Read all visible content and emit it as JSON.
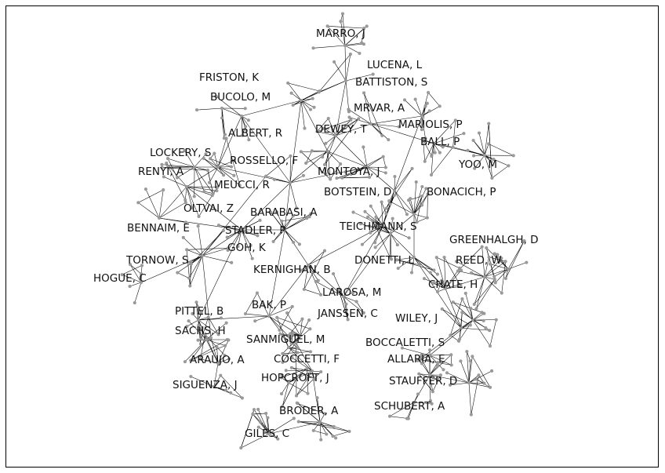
{
  "colors": {
    "edge": "#000000",
    "node": "#9a9a9a",
    "label": "#111111",
    "frame": "#000000"
  },
  "labels": [
    "MARRO, J",
    "LUCENA, L",
    "BATTISTON, S",
    "FRISTON, K",
    "BUCOLO, M",
    "MRVAR, A",
    "MARIOLIS, P",
    "DEWEY, T",
    "ALBERT, R",
    "BALL, P",
    "LOCKERY, S",
    "YOO, M",
    "ROSSELLO, F",
    "RENYI, A",
    "MONTOYA, J",
    "MEUCCI, R",
    "BOTSTEIN, D",
    "BONACICH, P",
    "OLTVAI, Z",
    "BARABASI, A",
    "BENNAIM, E",
    "STADLER, P",
    "TEICHMANN, S",
    "GREENHALGH, D",
    "GOH, K",
    "TORNOW, S",
    "DONETTI, L",
    "REED, W",
    "KERNIGHAN, B",
    "HOGUE, C",
    "CHATE, H",
    "LAROSA, M",
    "BAK, P",
    "PITTEL, B",
    "JANSSEN, C",
    "WILEY, J",
    "SACHS, H",
    "SANMIGUEL, M",
    "BOCCALETTI, S",
    "ARAUJO, A",
    "COCCETTI, F",
    "ALLARIA, E",
    "HOPCROFT, J",
    "STAUFFER, D",
    "SIGUENZA, J",
    "SCHUBERT, A",
    "BRODER, A",
    "GILES, C"
  ]
}
